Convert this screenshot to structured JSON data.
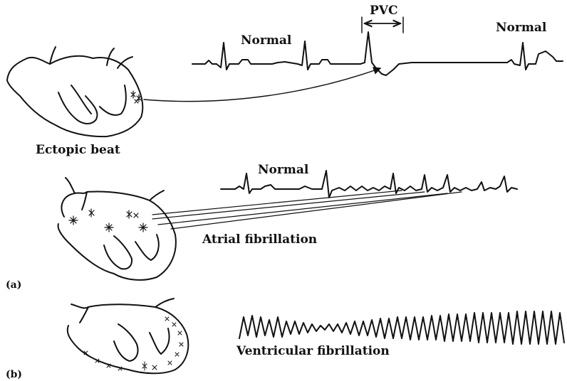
{
  "panel_a": {
    "ectopic": {
      "label_normal_left": "Normal",
      "label_pvc": "PVC",
      "label_normal_right": "Normal",
      "caption": "Ectopic beat"
    },
    "atrial": {
      "label_normal": "Normal",
      "caption": "Atrial fibrillation"
    },
    "tag": "(a)"
  },
  "panel_b": {
    "caption": "Ventricular fibrillation",
    "tag": "(b)"
  },
  "colors": {
    "ink": "#111111",
    "background": "#ffffff"
  }
}
